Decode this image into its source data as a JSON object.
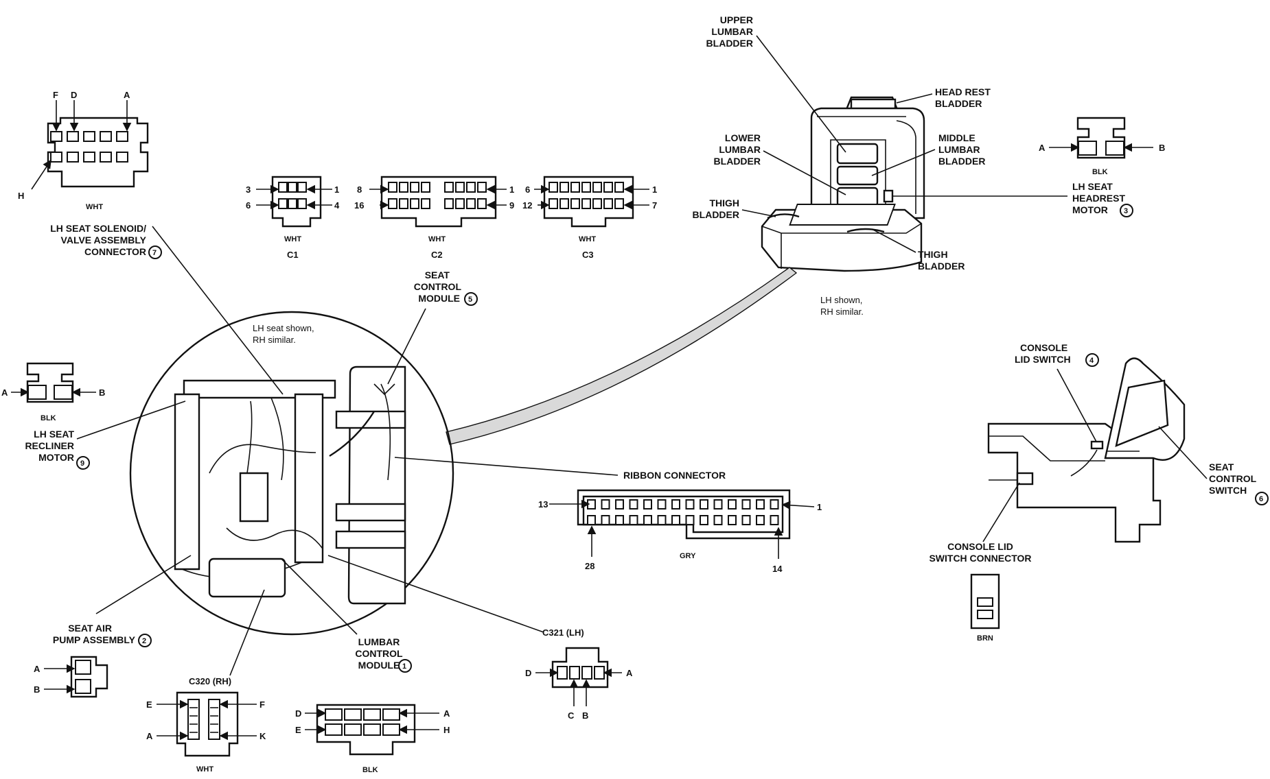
{
  "labels": {
    "upper_lumbar": [
      "UPPER",
      "LUMBAR",
      "BLADDER"
    ],
    "head_rest": [
      "HEAD REST",
      "BLADDER"
    ],
    "lower_lumbar": [
      "LOWER",
      "LUMBAR",
      "BLADDER"
    ],
    "middle_lumbar": [
      "MIDDLE",
      "LUMBAR",
      "BLADDER"
    ],
    "thigh_left": [
      "THIGH",
      "BLADDER"
    ],
    "thigh_right": [
      "THIGH",
      "BLADDER"
    ],
    "headrest_motor": [
      "LH SEAT",
      "HEADREST",
      "MOTOR"
    ],
    "solenoid": [
      "LH SEAT SOLENOID/",
      "VALVE ASSEMBLY",
      "CONNECTOR"
    ],
    "seat_control_module": [
      "SEAT",
      "CONTROL",
      "MODULE"
    ],
    "recliner_motor": [
      "LH SEAT",
      "RECLINER",
      "MOTOR"
    ],
    "ribbon_connector": "RIBBON CONNECTOR",
    "air_pump": [
      "SEAT AIR",
      "PUMP ASSEMBLY"
    ],
    "c320": "C320 (RH)",
    "lumbar_control_module": [
      "LUMBAR",
      "CONTROL",
      "MODULE"
    ],
    "c321": "C321 (LH)",
    "console_lid_switch": [
      "CONSOLE",
      "LID SWITCH"
    ],
    "seat_control_switch": [
      "SEAT",
      "CONTROL",
      "SWITCH"
    ],
    "console_lid_switch_connector": [
      "CONSOLE LID",
      "SWITCH CONNECTOR"
    ]
  },
  "callouts": {
    "headrest_motor": "3",
    "solenoid": "7",
    "seat_control_module": "5",
    "recliner_motor": "9",
    "air_pump": "2",
    "lumbar_control_module": "1",
    "console_lid_switch": "4",
    "seat_control_switch": "6"
  },
  "notes": {
    "lh_shown_top": [
      "LH shown,",
      "RH similar."
    ],
    "lh_seat_shown": [
      "LH seat shown,",
      "RH similar."
    ]
  },
  "connectors": {
    "wht_top_left": {
      "color": "WHT",
      "pins": [
        "F",
        "D",
        "A",
        "H"
      ]
    },
    "c1": {
      "name": "C1",
      "color": "WHT",
      "pins": [
        "3",
        "6",
        "1",
        "4"
      ]
    },
    "c2": {
      "name": "C2",
      "color": "WHT",
      "pins": [
        "8",
        "16",
        "1",
        "9"
      ]
    },
    "c3": {
      "name": "C3",
      "color": "WHT",
      "pins": [
        "6",
        "12",
        "1",
        "7"
      ]
    },
    "headrest_motor": {
      "color": "BLK",
      "pins": [
        "A",
        "B"
      ]
    },
    "recliner_motor": {
      "color": "BLK",
      "pins": [
        "A",
        "B"
      ]
    },
    "ribbon": {
      "color": "GRY",
      "pins": [
        "13",
        "1",
        "28",
        "14"
      ]
    },
    "air_pump": {
      "pins": [
        "A",
        "B"
      ]
    },
    "c320": {
      "color": "WHT",
      "pins": [
        "E",
        "F",
        "A",
        "K"
      ]
    },
    "lumbar": {
      "color": "BLK",
      "pins": [
        "D",
        "A",
        "E",
        "H"
      ]
    },
    "c321": {
      "pins": [
        "D",
        "A",
        "C",
        "B"
      ]
    },
    "console": {
      "color": "BRN"
    }
  },
  "colors": {
    "ink": "#111111",
    "paper": "#ffffff"
  }
}
